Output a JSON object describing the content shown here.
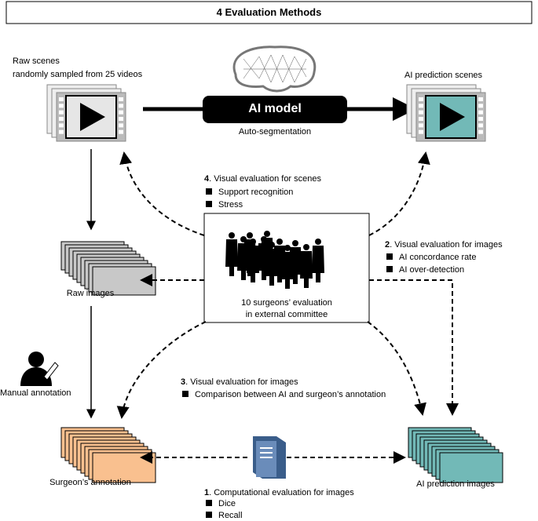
{
  "title": "4 Evaluation Methods",
  "nodes": {
    "raw_scenes": {
      "line1": "Raw scenes",
      "line2": "randomly sampled from 25 videos"
    },
    "ai_model": {
      "label": "AI model",
      "caption": "Auto-segmentation"
    },
    "ai_prediction_scenes": "AI prediction scenes",
    "raw_images": "Raw images",
    "manual_annotation": "Manual annotation",
    "surgeons_annotation": "Surgeon’s annotation",
    "ai_prediction_images": "AI prediction images",
    "committee": {
      "line1": "10 surgeons’ evaluation",
      "line2": "in external committee"
    }
  },
  "methods": [
    {
      "num": "1",
      "title": ". Computational evaluation for images",
      "items": [
        "Dice",
        "Recall"
      ]
    },
    {
      "num": "2",
      "title": ". Visual evaluation for images",
      "items": [
        "AI concordance rate",
        "AI over-detection"
      ]
    },
    {
      "num": "3",
      "title": ". Visual evaluation for images",
      "items": [
        "Comparison between AI and surgeon’s annotation"
      ]
    },
    {
      "num": "4",
      "title": ". Visual evaluation for scenes",
      "items": [
        "Support recognition",
        "Stress"
      ]
    }
  ],
  "colors": {
    "raw": "#e6e6e6",
    "raw_images": "#c8c8c8",
    "annotation": "#f9c08f",
    "prediction": "#72b9b7"
  }
}
